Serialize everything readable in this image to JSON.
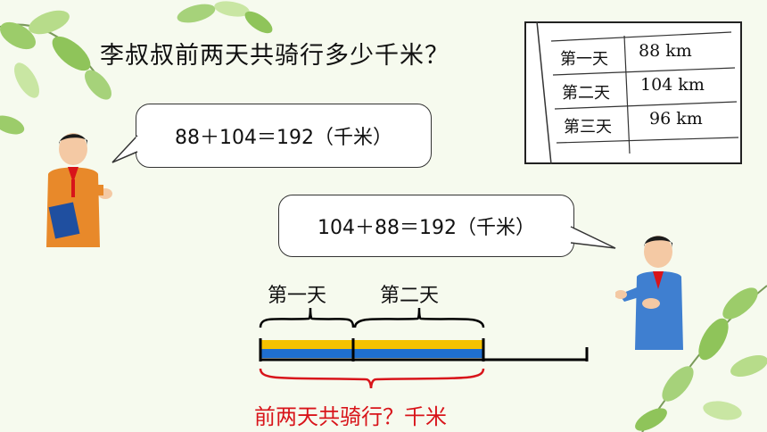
{
  "question": "李叔叔前两天共骑行多少千米？",
  "notebook": {
    "rows": [
      {
        "day": "第一天",
        "distance": "88 km"
      },
      {
        "day": "第二天",
        "distance": "104 km"
      },
      {
        "day": "第三天",
        "distance": "96 km"
      }
    ]
  },
  "bubble_left": {
    "equation": "88＋104＝192（千米）"
  },
  "bubble_right": {
    "equation": "104＋88＝192（千米）"
  },
  "diagram": {
    "segment1_label": "第一天",
    "segment2_label": "第二天",
    "total_label": "前两天共骑行？千米",
    "bar_colors": {
      "top": "#f5c200",
      "bottom": "#1f6fd0",
      "outline": "#000000",
      "brace_top": "#000000",
      "brace_bottom": "#d8141a"
    }
  },
  "colors": {
    "background": "#f6faee",
    "leaf": "#8fc45a",
    "leaf_dark": "#5e9e3a",
    "label_red": "#d8141a"
  }
}
